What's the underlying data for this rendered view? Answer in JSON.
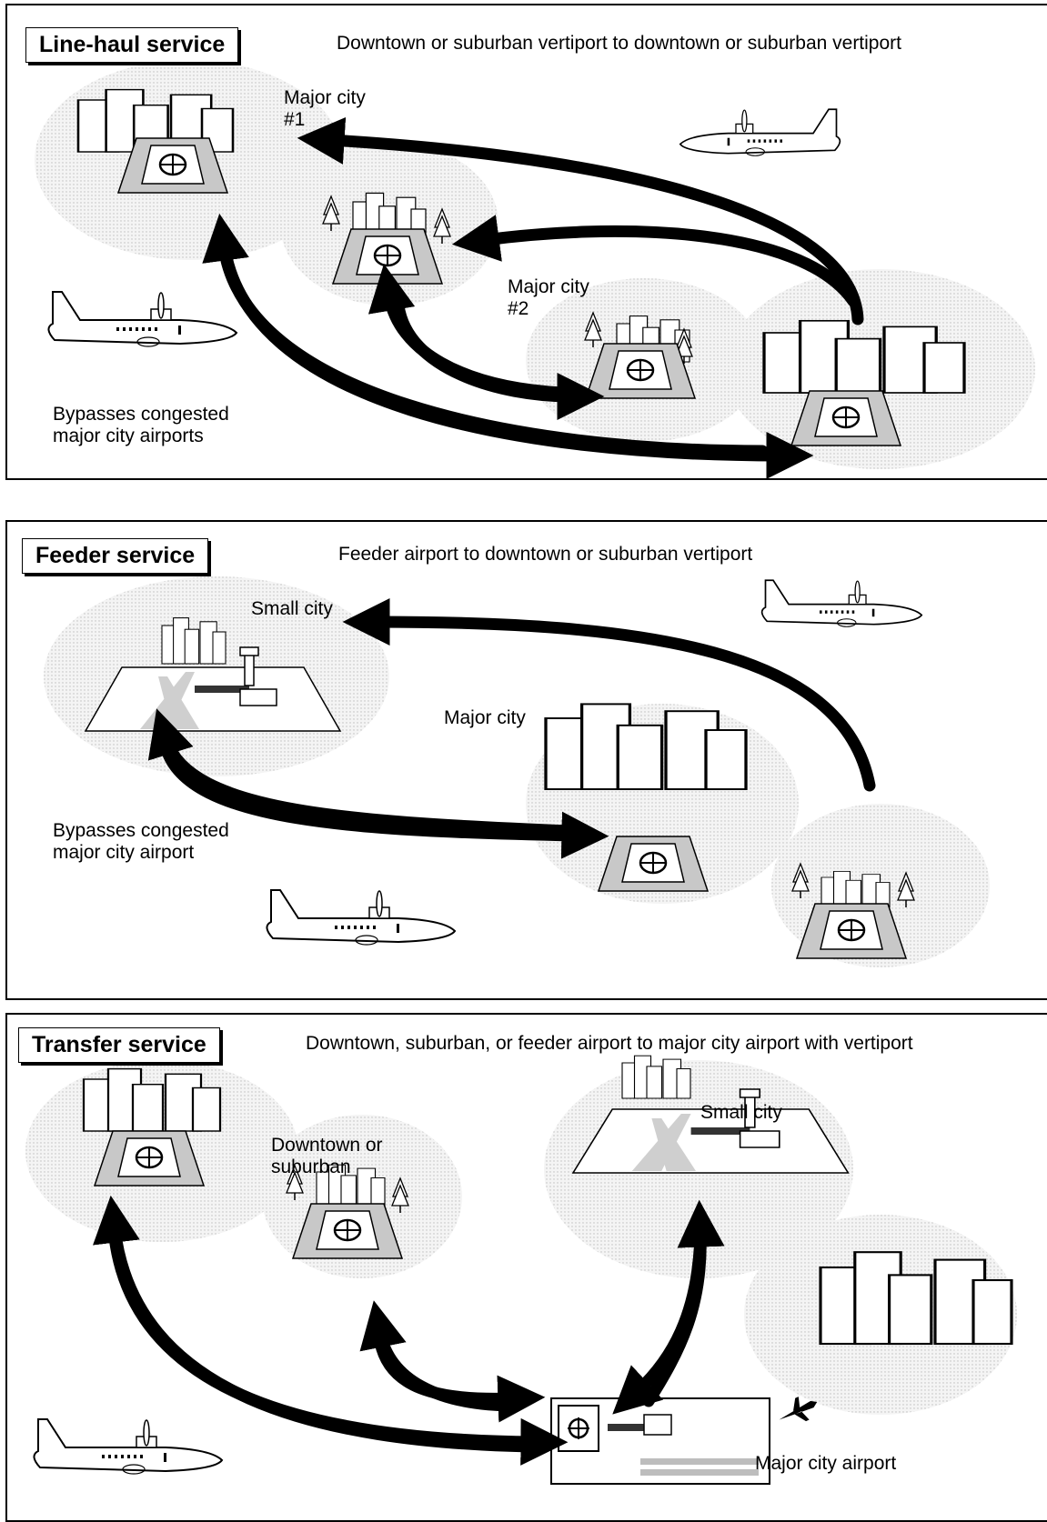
{
  "panels": [
    {
      "title": "Line-haul service",
      "subtitle": "Downtown or suburban vertiport to downtown or suburban vertiport",
      "labels": {
        "city1_line1": "Major city",
        "city1_line2": "#1",
        "city2_line1": "Major city",
        "city2_line2": "#2",
        "bypass_line1": "Bypasses congested",
        "bypass_line2": "major city airports"
      }
    },
    {
      "title": "Feeder service",
      "subtitle": "Feeder airport to downtown or suburban vertiport",
      "labels": {
        "small_city": "Small city",
        "major_city": "Major city",
        "bypass_line1": "Bypasses congested",
        "bypass_line2": "major city airport"
      }
    },
    {
      "title": "Transfer service",
      "subtitle": "Downtown, suburban, or feeder airport to major city airport with vertiport",
      "labels": {
        "downtown_line1": "Downtown or",
        "downtown_line2": "suburban",
        "small_city": "Small city",
        "major_airport": "Major city airport"
      }
    }
  ],
  "colors": {
    "ink": "#000000",
    "pad": "#c8c8c8",
    "cloud": "#ececec"
  },
  "icons": [
    "vertiport-icon",
    "city-buildings-icon",
    "tiltrotor-aircraft-icon",
    "airport-icon",
    "tree-icon",
    "jet-airliner-icon"
  ]
}
